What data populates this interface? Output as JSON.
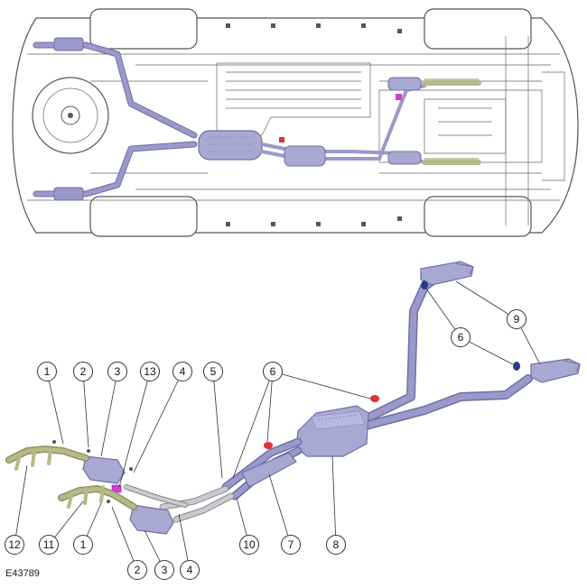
{
  "figure_code": "E43789",
  "colors": {
    "pipe": "#9a99c9",
    "pipe_dark": "#6f6ea8",
    "manifold": "#b7b98a",
    "clamp_red": "#e0303a",
    "sensor_magenta": "#d43ad4",
    "mount_blue": "#2a3a8a"
  },
  "callouts": [
    {
      "id": "c1a",
      "label": "1"
    },
    {
      "id": "c2a",
      "label": "2"
    },
    {
      "id": "c3a",
      "label": "3"
    },
    {
      "id": "c13",
      "label": "13"
    },
    {
      "id": "c4a",
      "label": "4"
    },
    {
      "id": "c5",
      "label": "5"
    },
    {
      "id": "c6a",
      "label": "6"
    },
    {
      "id": "c6b",
      "label": "6"
    },
    {
      "id": "c9",
      "label": "9"
    },
    {
      "id": "c12",
      "label": "12"
    },
    {
      "id": "c11",
      "label": "11"
    },
    {
      "id": "c1b",
      "label": "1"
    },
    {
      "id": "c2b",
      "label": "2"
    },
    {
      "id": "c3b",
      "label": "3"
    },
    {
      "id": "c4b",
      "label": "4"
    },
    {
      "id": "c10",
      "label": "10"
    },
    {
      "id": "c7",
      "label": "7"
    },
    {
      "id": "c8",
      "label": "8"
    }
  ]
}
